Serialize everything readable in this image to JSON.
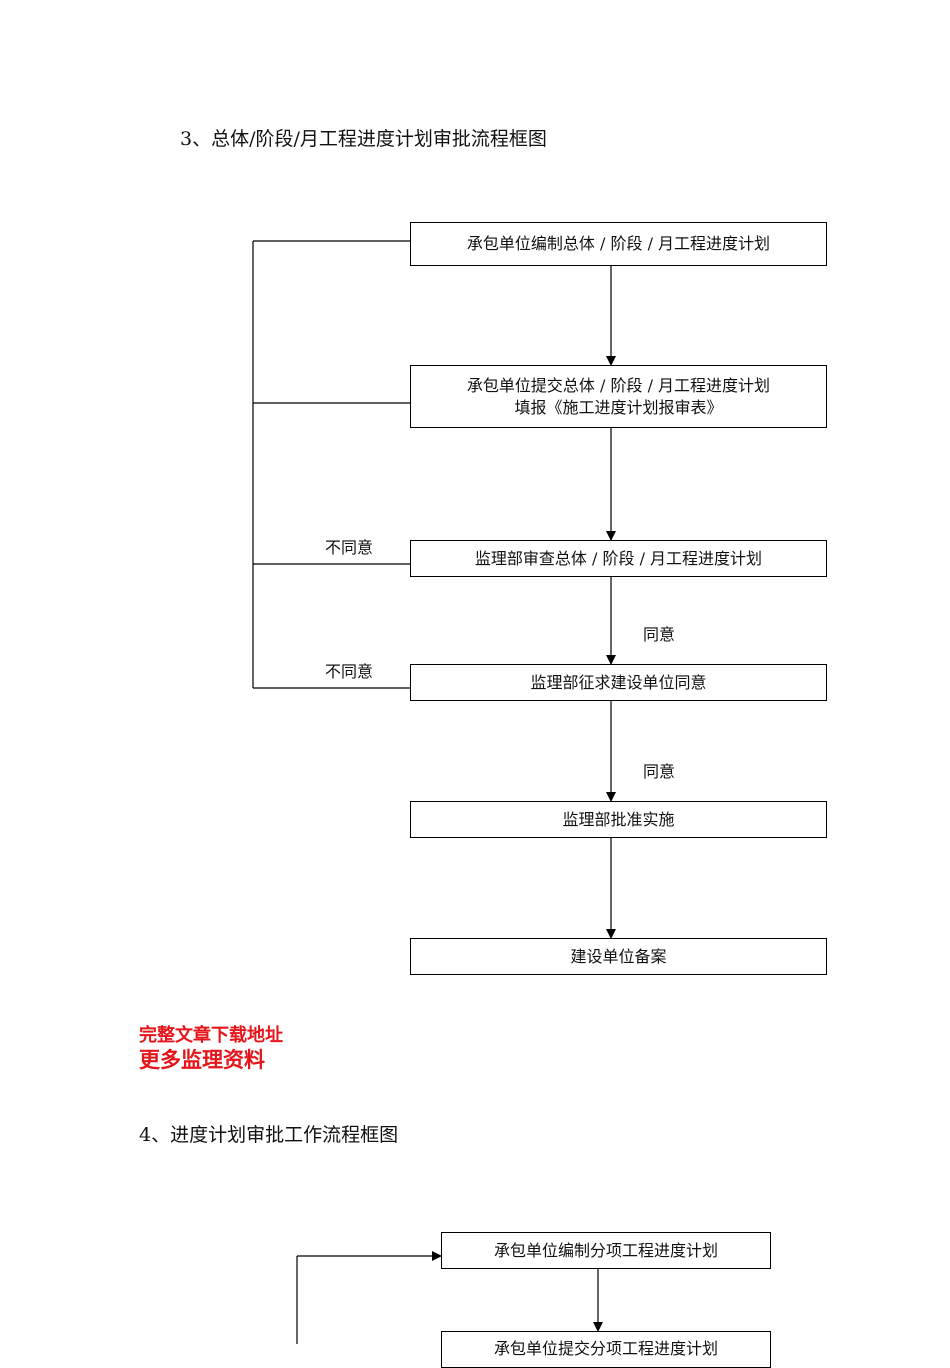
{
  "section3": {
    "title": "3、总体/阶段/月工程进度计划审批流程框图",
    "boxes": [
      {
        "lines": [
          "承包单位编制总体 / 阶段 / 月工程进度计划"
        ]
      },
      {
        "lines": [
          "承包单位提交总体 / 阶段 / 月工程进度计划",
          "填报《施工进度计划报审表》"
        ]
      },
      {
        "lines": [
          "监理部审查总体 / 阶段 / 月工程进度计划"
        ]
      },
      {
        "lines": [
          "监理部征求建设单位同意"
        ]
      },
      {
        "lines": [
          "监理部批准实施"
        ]
      },
      {
        "lines": [
          "建设单位备案"
        ]
      }
    ],
    "reject_labels": [
      "不同意",
      "不同意"
    ],
    "agree_labels": [
      "同意",
      "同意"
    ]
  },
  "links": {
    "download": "完整文章下载地址",
    "more": "更多监理资料"
  },
  "section4": {
    "title": "4、进度计划审批工作流程框图",
    "boxes": [
      {
        "lines": [
          "承包单位编制分项工程进度计划"
        ]
      },
      {
        "lines": [
          "承包单位提交分项工程进度计划"
        ]
      }
    ]
  }
}
